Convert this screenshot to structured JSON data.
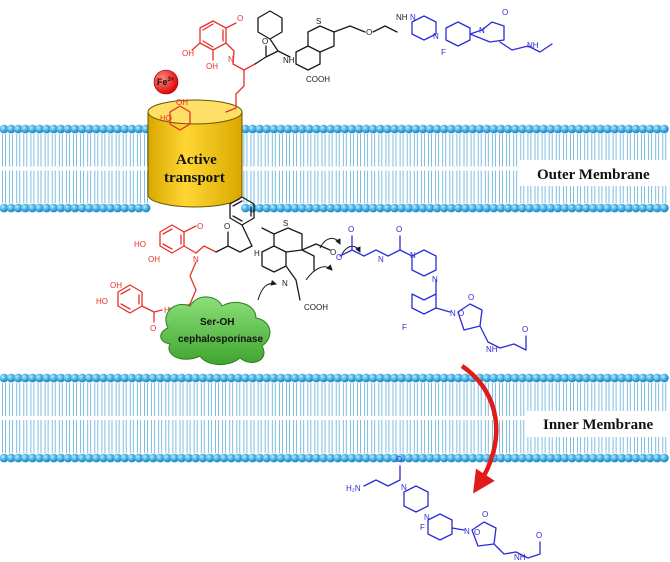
{
  "labels": {
    "outer_membrane": "Outer Membrane",
    "inner_membrane": "Inner Membrane",
    "transporter_line1": "Active",
    "transporter_line2": "transport",
    "iron": "Fe",
    "iron_charge": "3+",
    "enzyme_line1": "Ser-OH",
    "enzyme_line2": "cephalosporinase"
  },
  "atoms": {
    "oh": "OH",
    "ho": "HO",
    "o": "O",
    "n": "N",
    "s": "S",
    "nh": "NH",
    "f": "F",
    "h2n": "H₂N",
    "h": "H",
    "cooh": "COOH"
  },
  "colors": {
    "siderophore": "#e8302a",
    "cephalosporin": "#1a1a1a",
    "oxazolidinone": "#2d2bd6",
    "membrane_head": "#36a8de",
    "transporter": "#f2c20f",
    "enzyme": "#5cc34a",
    "release_arrow": "#e11a1a"
  }
}
